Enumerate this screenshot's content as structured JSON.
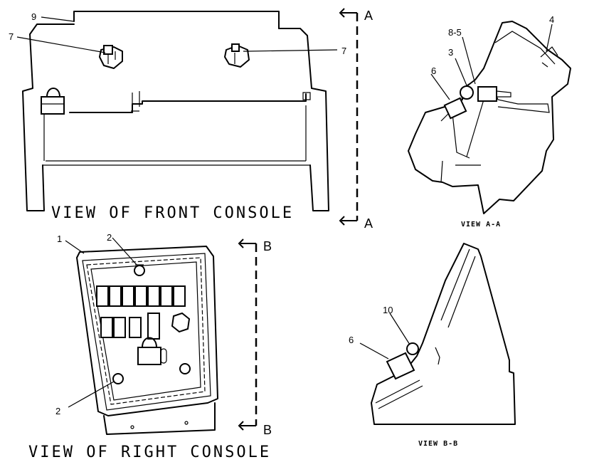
{
  "views": {
    "front_console": {
      "title": "VIEW OF FRONT CONSOLE"
    },
    "right_console": {
      "title": "VIEW OF RIGHT CONSOLE"
    },
    "view_aa": {
      "title": "VIEW A-A"
    },
    "view_bb": {
      "title": "VIEW B-B"
    }
  },
  "section_markers": {
    "a_top": "A",
    "a_bottom": "A",
    "b_top": "B",
    "b_bottom": "B"
  },
  "callouts": {
    "front_9": "9",
    "front_7_left": "7",
    "front_7_right": "7",
    "aa_8_5": "8-5",
    "aa_4": "4",
    "aa_3": "3",
    "aa_6": "6",
    "right_1": "1",
    "right_2_top": "2",
    "right_2_bottom": "2",
    "bb_10": "10",
    "bb_6": "6"
  }
}
